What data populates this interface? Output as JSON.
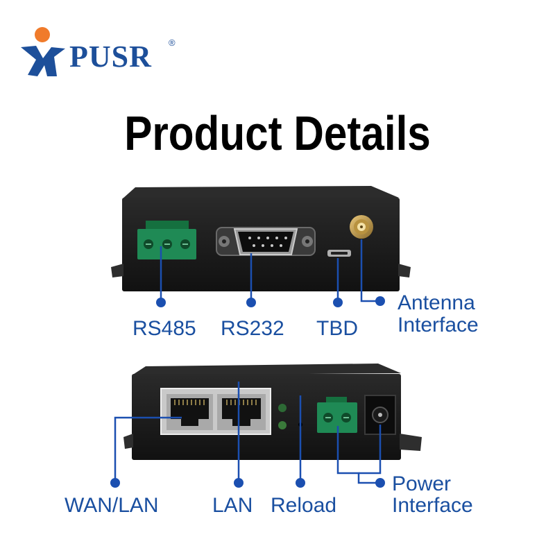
{
  "brand": {
    "name": "PUSR",
    "registered": "®"
  },
  "title": "Product Details",
  "top_panel": {
    "labels": {
      "rs485": "RS485",
      "rs232": "RS232",
      "tbd": "TBD",
      "antenna_line1": "Antenna",
      "antenna_line2": "Interface"
    }
  },
  "bottom_panel": {
    "labels": {
      "wan_lan": "WAN/LAN",
      "lan": "LAN",
      "reload": "Reload",
      "power_line1": "Power",
      "power_line2": "Interface"
    }
  },
  "colors": {
    "brand_blue": "#1d4f9a",
    "brand_orange": "#f07b2b",
    "label_blue": "#1a4fa0",
    "callout_line": "#1b4fb0",
    "device_body": "#1b1b1b",
    "terminal_green": "#1f8a55"
  }
}
